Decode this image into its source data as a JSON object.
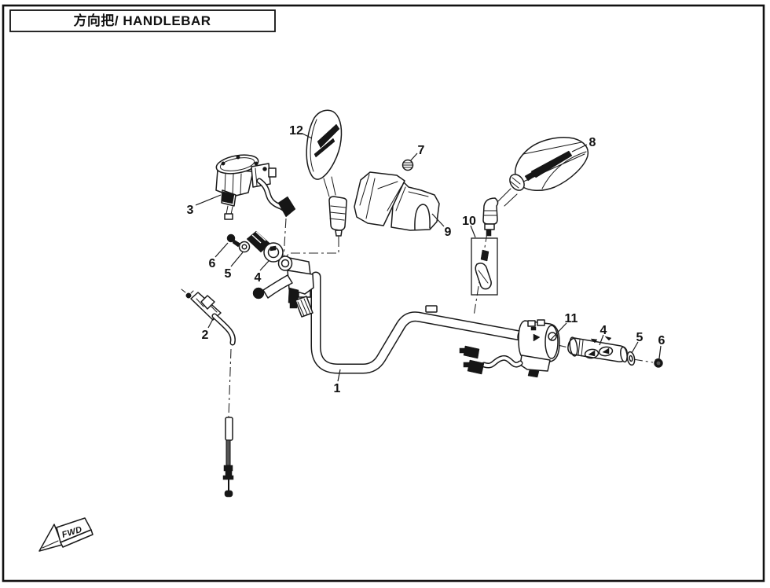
{
  "meta": {
    "background": "#ffffff",
    "line_color": "#1a1a1a"
  },
  "header": {
    "title": "方向把/ HANDLEBAR"
  },
  "diagram": {
    "fwd_label": "FWD",
    "callouts": [
      {
        "id": "callout-3",
        "label": "3"
      },
      {
        "id": "callout-12",
        "label": "12"
      },
      {
        "id": "callout-7",
        "label": "7"
      },
      {
        "id": "callout-9",
        "label": "9"
      },
      {
        "id": "callout-8",
        "label": "8"
      },
      {
        "id": "callout-10",
        "label": "10"
      },
      {
        "id": "callout-6-left",
        "label": "6"
      },
      {
        "id": "callout-5-left",
        "label": "5"
      },
      {
        "id": "callout-4-left",
        "label": "4"
      },
      {
        "id": "callout-2",
        "label": "2"
      },
      {
        "id": "callout-1",
        "label": "1"
      },
      {
        "id": "callout-11",
        "label": "11"
      },
      {
        "id": "callout-4-right",
        "label": "4"
      },
      {
        "id": "callout-5-right",
        "label": "5"
      },
      {
        "id": "callout-6-right",
        "label": "6"
      }
    ]
  }
}
